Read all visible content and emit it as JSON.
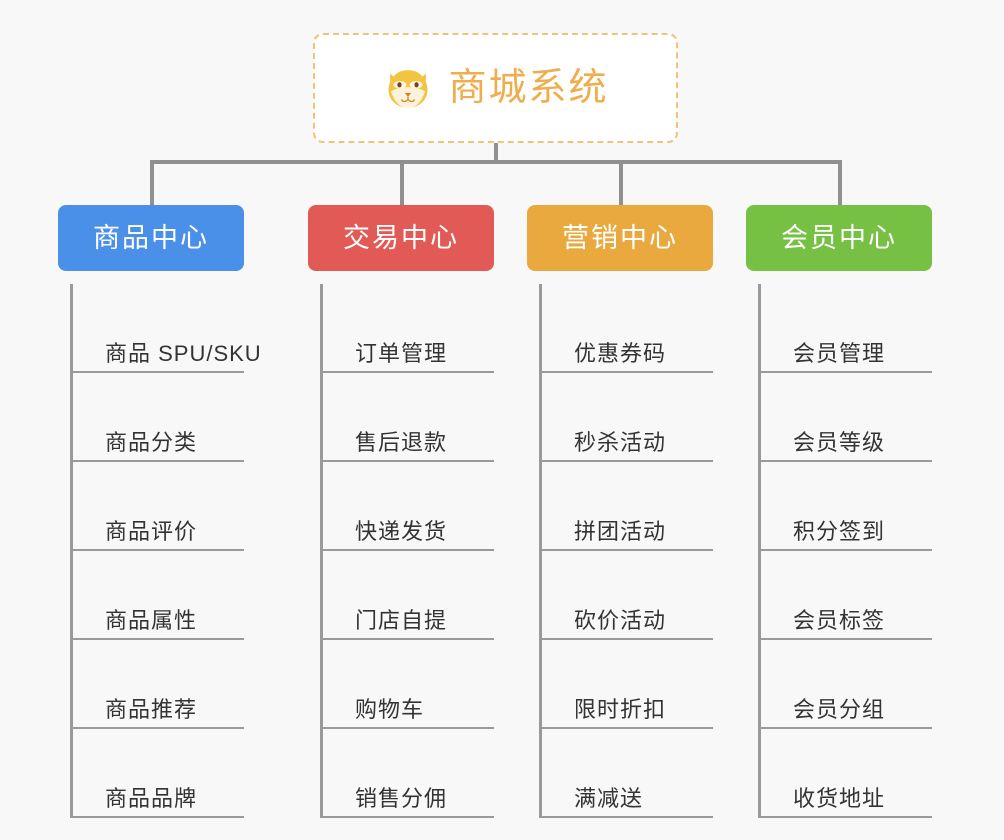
{
  "background_color": "#f8f8f8",
  "root": {
    "title": "商城系统",
    "icon": "shiba-dog-icon",
    "title_color": "#f0ad4e",
    "border_color": "#f0c27a"
  },
  "connector_color": "#909090",
  "branches": [
    {
      "label": "商品中心",
      "color": "#4a90e8",
      "items": [
        "商品 SPU/SKU",
        "商品分类",
        "商品评价",
        "商品属性",
        "商品推荐",
        "商品品牌"
      ]
    },
    {
      "label": "交易中心",
      "color": "#e25a56",
      "items": [
        "订单管理",
        "售后退款",
        "快递发货",
        "门店自提",
        "购物车",
        "销售分佣"
      ]
    },
    {
      "label": "营销中心",
      "color": "#eaa93e",
      "items": [
        "优惠券码",
        "秒杀活动",
        "拼团活动",
        "砍价活动",
        "限时折扣",
        "满减送"
      ]
    },
    {
      "label": "会员中心",
      "color": "#76c043",
      "items": [
        "会员管理",
        "会员等级",
        "积分签到",
        "会员标签",
        "会员分组",
        "收货地址"
      ]
    }
  ]
}
